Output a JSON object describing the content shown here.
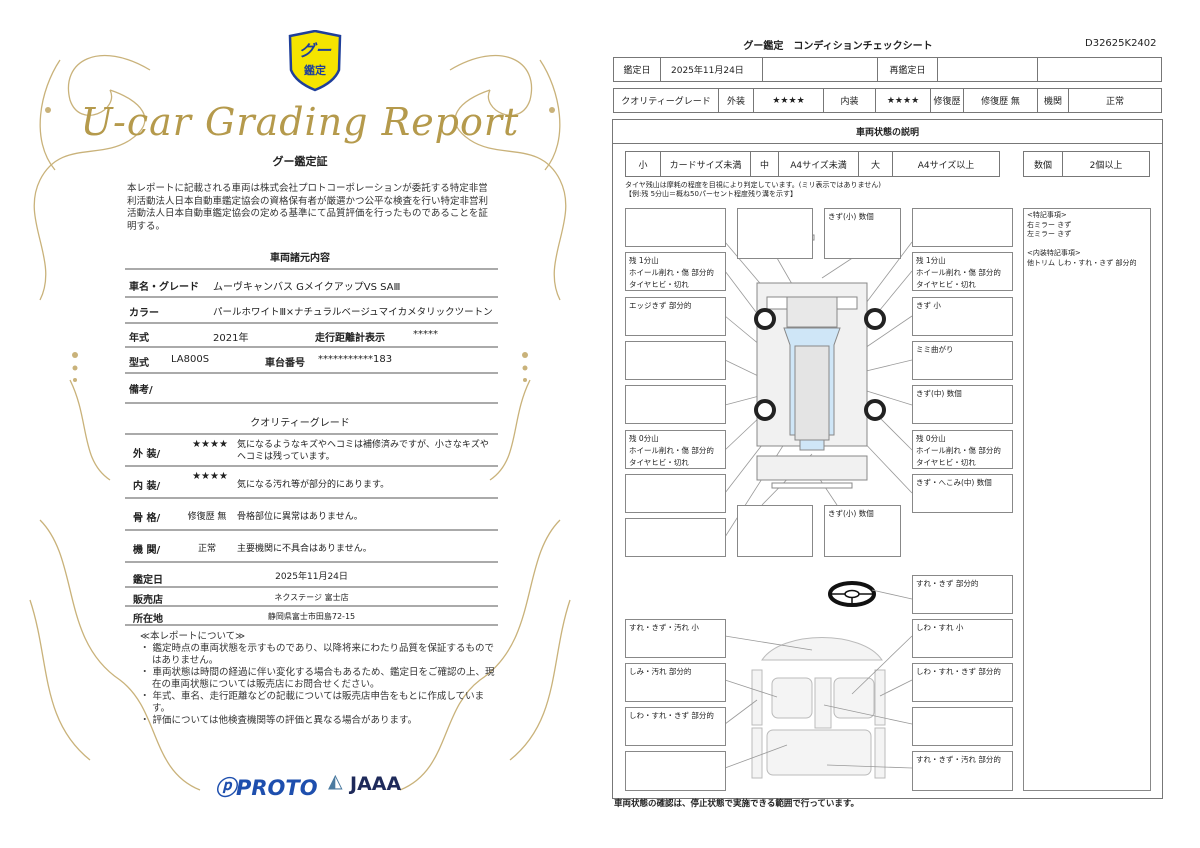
{
  "left": {
    "logo_text": "グー鑑定",
    "report_title": "U-car Grading Report",
    "cert_title": "グー鑑定証",
    "cert_text": "本レポートに記載される車両は株式会社プロトコーポレーションが委託する特定非営利活動法人日本自動車鑑定協会の資格保有者が厳選かつ公平な検査を行い特定非営利活動法人日本自動車鑑定協会の定める基準にて品質評価を行ったものであることを証明する。",
    "spec_title": "車両諸元内容",
    "specs": {
      "name_label": "車名・グレード",
      "name": "ムーヴキャンバス GメイクアップVS SAⅢ",
      "color_label": "カラー",
      "color": "パールホワイトⅢ×ナチュラルベージュマイカメタリックツートン",
      "year_label": "年式",
      "year": "2021年",
      "mileage_label": "走行距離計表示",
      "mileage": "*****",
      "model_label": "型式",
      "model": "LA800S",
      "chassis_label": "車台番号",
      "chassis": "***********183",
      "remarks_label": "備考/"
    },
    "grade_title": "クオリティーグレード",
    "grades": [
      {
        "label": "外 装/",
        "value": "★★★★",
        "desc": "気になるようなキズやヘコミは補修済みですが、小さなキズやヘコミは残っています。"
      },
      {
        "label": "内 装/",
        "value": "★★★★",
        "desc": "気になる汚れ等が部分的にあります。"
      },
      {
        "label": "骨 格/",
        "value": "修復歴 無",
        "desc": "骨格部位に異常はありません。"
      },
      {
        "label": "機 関/",
        "value": "正常",
        "desc": "主要機関に不具合はありません。"
      }
    ],
    "info": [
      {
        "label": "鑑定日",
        "value": "2025年11月24日"
      },
      {
        "label": "販売店",
        "value": "ネクステージ 富士店"
      },
      {
        "label": "所在地",
        "value": "静岡県富士市田島72-15"
      }
    ],
    "about_title": "≪本レポートについて≫",
    "about": [
      "・ 鑑定時点の車両状態を示すものであり、以降将来にわたり品質を保証するものではありません。",
      "・ 車両状態は時間の経過に伴い変化する場合もあるため、鑑定日をご確認の上、現在の車両状態については販売店にお問合せください。",
      "・ 年式、車名、走行距離などの記載については販売店申告をもとに作成しています。",
      "・ 評価については他検査機関等の評価と異なる場合があります。"
    ],
    "logos": [
      "PROTO",
      "JAAA"
    ],
    "colors": {
      "gold": "#b59a4c",
      "shield_yellow": "#f5e400",
      "shield_blue": "#1f3f9a",
      "proto_blue": "#1e4fae",
      "jaaa_navy": "#1e2a5a"
    }
  },
  "right": {
    "title": "グー鑑定　コンディションチェックシート",
    "doc_id": "D32625K2402",
    "row1": {
      "date_label": "鑑定日",
      "date": "2025年11月24日",
      "reinspect_label": "再鑑定日"
    },
    "row2": {
      "grade_label": "クオリティーグレード",
      "ext_label": "外装",
      "ext": "★★★★",
      "int_label": "内装",
      "int": "★★★★",
      "repair_label": "修復歴",
      "repair": "修復歴 無",
      "engine_label": "機関",
      "engine": "正常"
    },
    "section_title": "車両状態の説明",
    "legend": [
      "小",
      "カードサイズ未満",
      "中",
      "A4サイズ未満",
      "大",
      "A4サイズ以上"
    ],
    "count_legend": [
      "数個",
      "2個以上"
    ],
    "tire_note1": "タイヤ残山は摩耗の程度を目視により判定しています。(ミリ表示ではありません)",
    "tire_note2": "【例:残 5分山＝概ね50パーセント程度残り溝を示す】",
    "ext_left": [
      "",
      "残 1分山\nホイール削れ・傷 部分的\nタイヤヒビ・切れ",
      "エッジきず 部分的",
      "",
      "",
      "残 0分山\nホイール削れ・傷 部分的\nタイヤヒビ・切れ",
      "",
      ""
    ],
    "ext_top": [
      "",
      "きず(小) 数個"
    ],
    "ext_right": [
      "",
      "残 1分山\nホイール削れ・傷 部分的\nタイヤヒビ・切れ",
      "きず 小",
      "ミミ曲がり",
      "きず(中) 数個",
      "残 0分山\nホイール削れ・傷 部分的\nタイヤヒビ・切れ",
      "きず・へこみ(中) 数個"
    ],
    "ext_bottom": [
      "",
      "きず(小) 数個"
    ],
    "special_notes": "<特記事項>\n右ミラー きず\n左ミラー きず\n\n<内装特記事項>\n他トリム しわ・すれ・きず 部分的",
    "int_left": [
      "すれ・きず・汚れ 小",
      "しみ・汚れ 部分的",
      "しわ・すれ・きず 部分的",
      ""
    ],
    "int_right": [
      "すれ・きず 部分的",
      "しわ・すれ 小",
      "しわ・すれ・きず 部分的",
      "",
      "すれ・きず・汚れ 部分的"
    ],
    "footer": "車両状態の確認は、停止状態で実施できる範囲で行っています。",
    "colors": {
      "glass": "#cfe6f7",
      "border": "#777777"
    }
  }
}
